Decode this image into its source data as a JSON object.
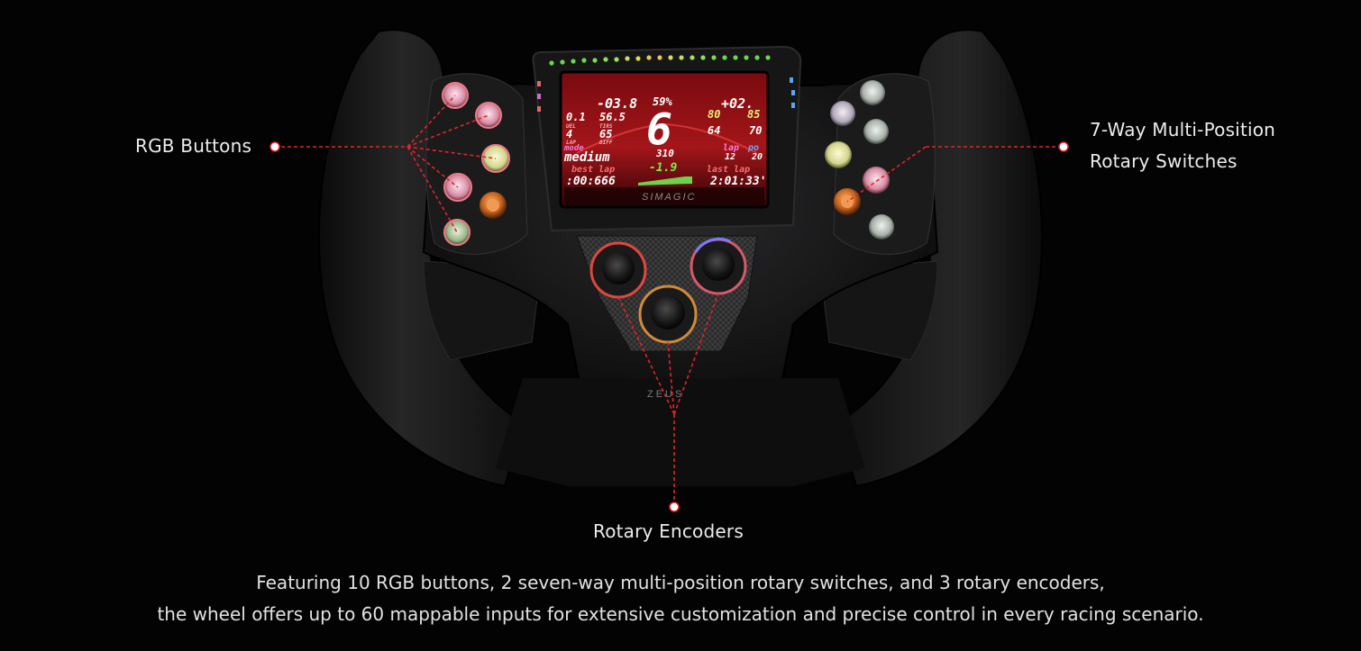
{
  "callouts": {
    "rgb_buttons": "RGB Buttons",
    "rotary_switches_line1": "7-Way Multi-Position",
    "rotary_switches_line2": "Rotary Switches",
    "rotary_encoders": "Rotary Encoders"
  },
  "caption": {
    "line1": "Featuring 10 RGB buttons, 2 seven-way multi-position rotary switches, and 3 rotary encoders,",
    "line2": "the wheel offers up to 60 mappable inputs for extensive customization and precise control in every racing scenario."
  },
  "dashboard": {
    "gear": "6",
    "delta_left": "-03.8",
    "percent": "59%",
    "delta_right": "+02.",
    "fuel": "0.1",
    "fuel_label": "UEL",
    "tyre_val": "56.5",
    "tyre_label": "TIRS",
    "val_80": "80",
    "val_85": "85",
    "lap_val": "4",
    "lap_label": "LAP",
    "diff_val": "65",
    "diff_label": "DIFF",
    "val_64": "64",
    "val_70": "70",
    "mode_label": "mode",
    "mode_value": "medium",
    "speed": "310",
    "lap_label2": "lap",
    "pos_label": "po",
    "lap_num": "12",
    "pos_num": "20",
    "best_lap_label": "best lap",
    "best_lap": ":00:666",
    "delta_mid": "-1.9",
    "last_lap_label": "last lap",
    "last_lap": "2:01:33'",
    "brand": "SIMAGIC"
  },
  "product_mark": "ZEUS",
  "colors": {
    "background": "#030303",
    "callout_line": "#e0242b",
    "callout_dot": "#ffffff",
    "screen_red": "#b3141a",
    "accent_green": "#78e84a",
    "accent_pink": "#f3c8d6"
  }
}
